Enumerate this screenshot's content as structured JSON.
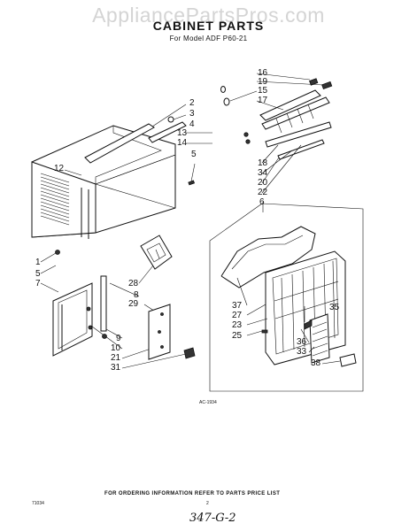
{
  "watermark": "AppliancePartsPros.com",
  "title": "CABINET PARTS",
  "subtitle": "For Model ADF P60-21",
  "diagram_code": "AC-1934",
  "footer_note": "FOR ORDERING INFORMATION REFER TO PARTS PRICE LIST",
  "doc_code": "71034",
  "page_number": "2",
  "handwritten_note": "347-G-2",
  "callouts": {
    "c16": "16",
    "c19": "19",
    "c15": "15",
    "c17": "17",
    "c2": "2",
    "c3": "3",
    "c4": "4",
    "c13": "13",
    "c14": "14",
    "c5a": "5",
    "c18": "18",
    "c34": "34",
    "c20": "20",
    "c22": "22",
    "c6": "6",
    "c12": "12",
    "c1": "1",
    "c5b": "5",
    "c7": "7",
    "c28": "28",
    "c8": "8",
    "c29": "29",
    "c9": "9",
    "c10": "10",
    "c21": "21",
    "c31": "31",
    "c37": "37",
    "c27": "27",
    "c23": "23",
    "c25": "25",
    "c35": "35",
    "c36": "36",
    "c33": "33",
    "c38": "38"
  }
}
